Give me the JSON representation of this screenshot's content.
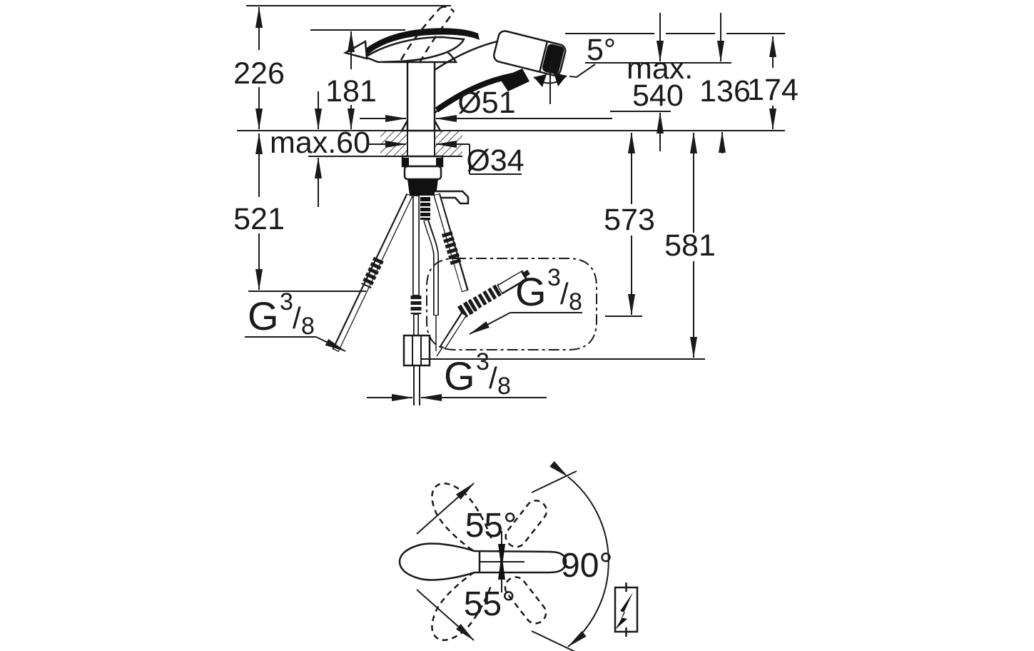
{
  "page": {
    "background": "#ffffff",
    "ink": "#1a1a1a"
  },
  "side_view": {
    "labels": {
      "overall_height": "226",
      "lever_height": "181",
      "under_counter_depth": "521",
      "counter_thickness": "max.60",
      "body_diameter": "Ø51",
      "hole_diameter": "Ø34",
      "spray_swivel_angle": "5°",
      "pullout_max_word": "max.",
      "pullout_length": "540",
      "outlet_height": "136",
      "spout_top_height": "174",
      "hose_depth_1": "573",
      "hose_depth_2": "581"
    },
    "thread": {
      "g": "G",
      "numerator": "3",
      "slash": "/",
      "denominator": "8"
    }
  },
  "rotation_view": {
    "upper_angle": "55°",
    "total_angle": "90°",
    "lower_angle": "55°"
  }
}
